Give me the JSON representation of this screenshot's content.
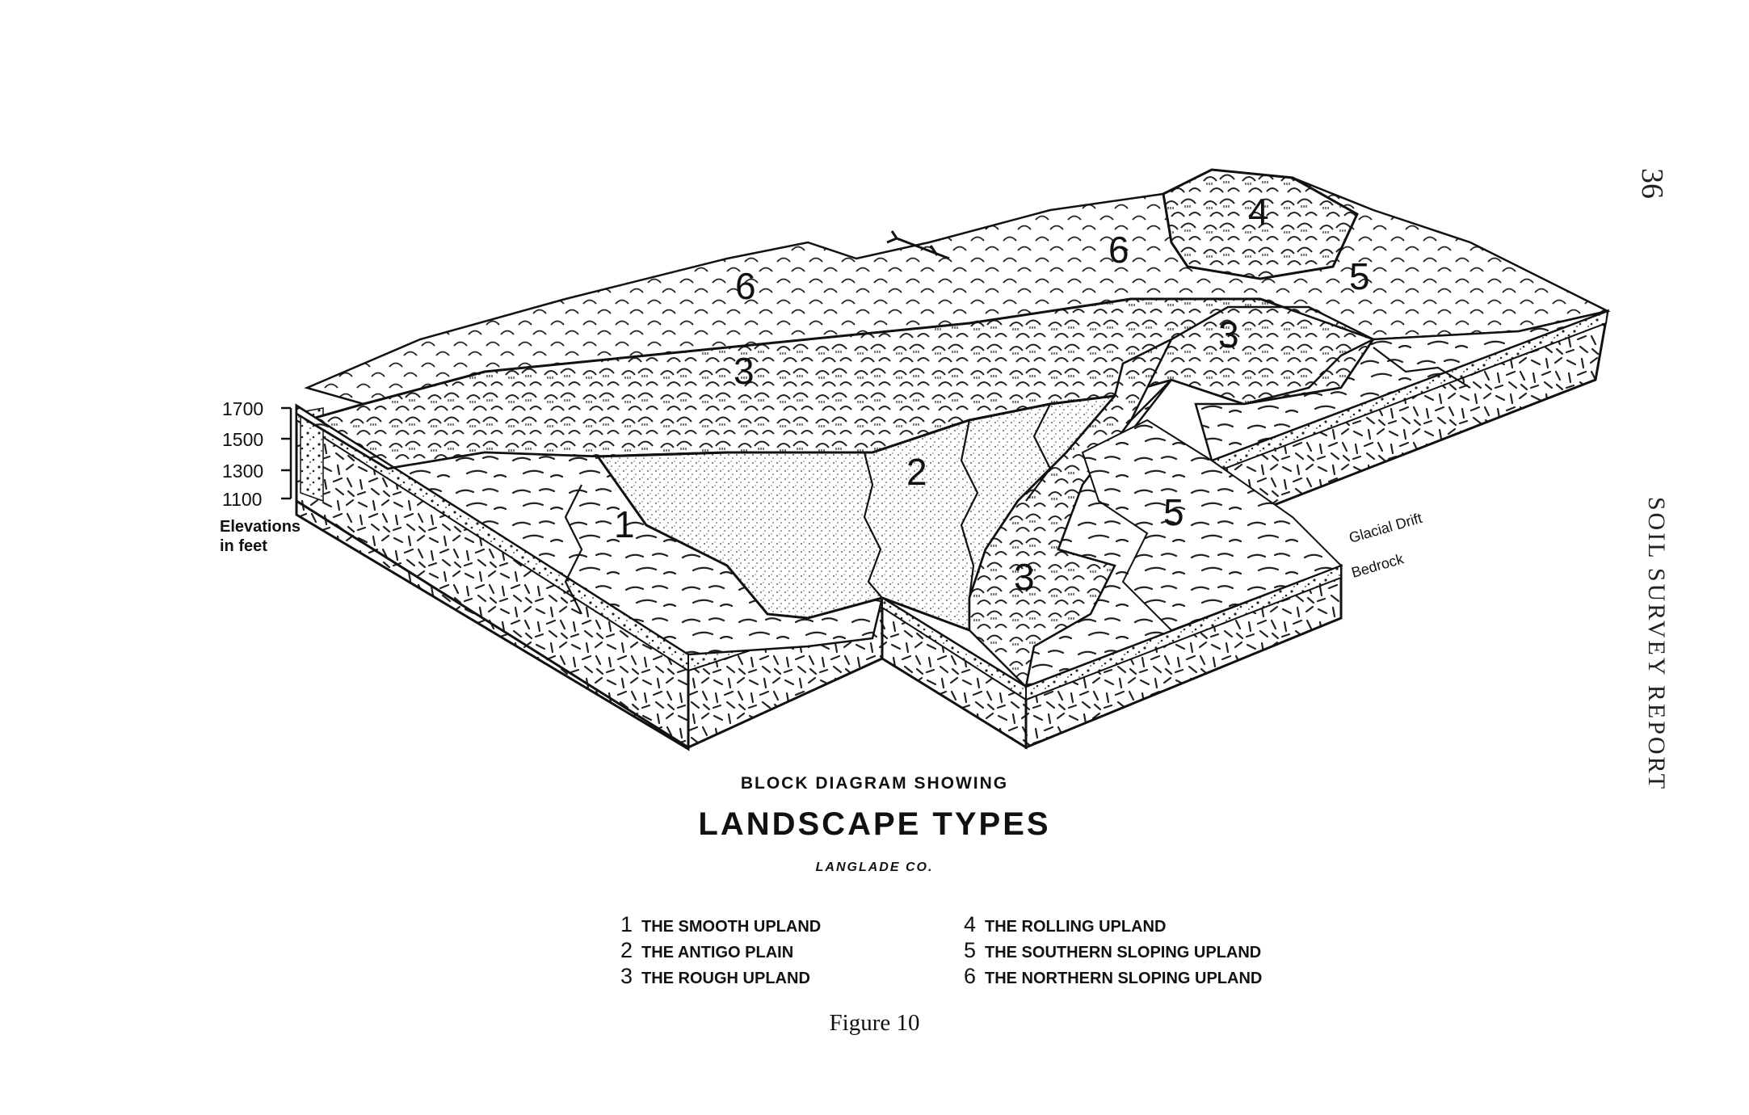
{
  "page_number": "36",
  "running_head": "SOIL SURVEY REPORT",
  "elevation_scale": {
    "ticks": [
      "1700",
      "1500",
      "1300",
      "1100"
    ],
    "label_line1": "Elevations",
    "label_line2": "in feet"
  },
  "layer_labels": {
    "glacial_drift": "Glacial Drift",
    "bedrock": "Bedrock"
  },
  "region_labels": {
    "r1": "1",
    "r2": "2",
    "r3a": "3",
    "r3b": "3",
    "r3c": "3",
    "r4": "4",
    "r5a": "5",
    "r5b": "5",
    "r6a": "6",
    "r6b": "6"
  },
  "caption": {
    "subtitle": "BLOCK DIAGRAM SHOWING",
    "title": "LANDSCAPE TYPES",
    "county": "LANGLADE CO."
  },
  "legend": [
    {
      "number": "1",
      "label": "THE SMOOTH UPLAND"
    },
    {
      "number": "2",
      "label": "THE ANTIGO PLAIN"
    },
    {
      "number": "3",
      "label": "THE ROUGH UPLAND"
    },
    {
      "number": "4",
      "label": "THE ROLLING UPLAND"
    },
    {
      "number": "5",
      "label": "THE SOUTHERN SLOPING UPLAND"
    },
    {
      "number": "6",
      "label": "THE NORTHERN SLOPING UPLAND"
    }
  ],
  "figure_label": "Figure 10"
}
